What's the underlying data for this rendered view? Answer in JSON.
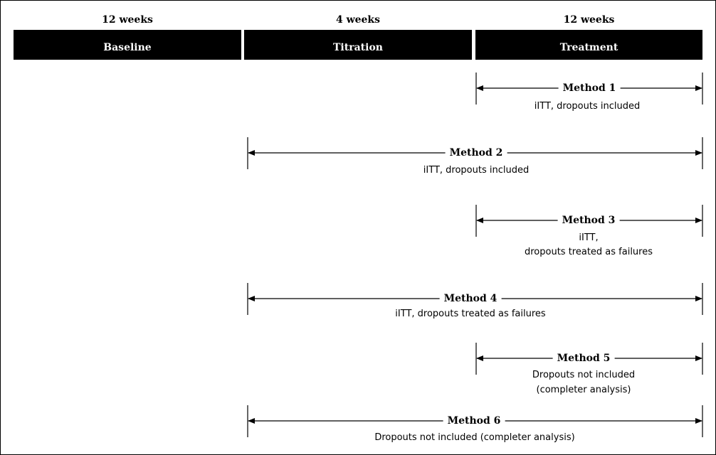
{
  "phases": [
    {
      "duration": "12 weeks",
      "label": "Baseline"
    },
    {
      "duration": "4 weeks",
      "label": "Titration"
    },
    {
      "duration": "12 weeks",
      "label": "Treatment"
    }
  ],
  "methods": [
    {
      "title": "Method 1",
      "desc": [
        "iITT, dropouts included"
      ],
      "span_from": "Treatment"
    },
    {
      "title": "Method 2",
      "desc": [
        "iITT, dropouts included"
      ],
      "span_from": "Titration"
    },
    {
      "title": "Method 3",
      "desc": [
        "iITT,",
        "dropouts treated as failures"
      ],
      "span_from": "Treatment"
    },
    {
      "title": "Method 4",
      "desc": [
        "iITT, dropouts treated as failures"
      ],
      "span_from": "Titration"
    },
    {
      "title": "Method 5",
      "desc": [
        "Dropouts not included",
        "(completer analysis)"
      ],
      "span_from": "Treatment"
    },
    {
      "title": "Method 6",
      "desc": [
        "Dropouts not included (completer analysis)"
      ],
      "span_from": "Titration"
    }
  ]
}
